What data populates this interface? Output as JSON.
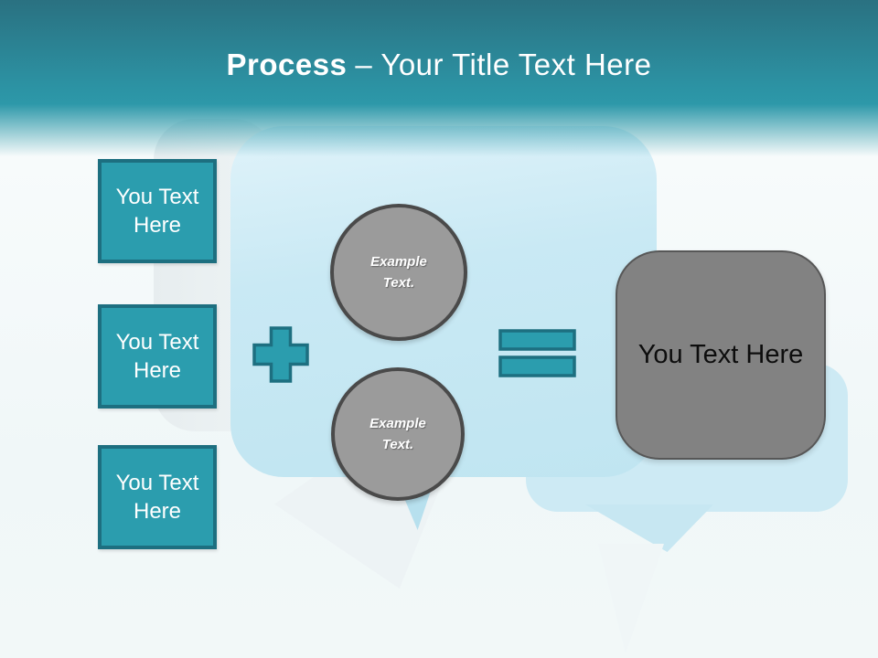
{
  "title": {
    "bold": "Process",
    "rest": "– Your Title Text Here"
  },
  "left_boxes": [
    {
      "label": "You Text Here"
    },
    {
      "label": "You Text Here"
    },
    {
      "label": "You Text Here"
    }
  ],
  "operators": {
    "plus": "+",
    "equals": "="
  },
  "circles": [
    {
      "label": "Example Text."
    },
    {
      "label": "Example Text."
    }
  ],
  "result_box": {
    "label": "You Text Here"
  },
  "colors": {
    "teal_fill": "#2B9DAE",
    "teal_border": "#1D6F80",
    "header_teal_top": "#2A7181",
    "header_teal_bottom": "#2D98A9",
    "circle_fill": "#9B9B9B",
    "circle_border": "#4A4A4A",
    "result_fill": "#828282",
    "result_border": "#575757",
    "bubble_blue": "#C8E9F4",
    "page_background": "#F2F8F9"
  }
}
